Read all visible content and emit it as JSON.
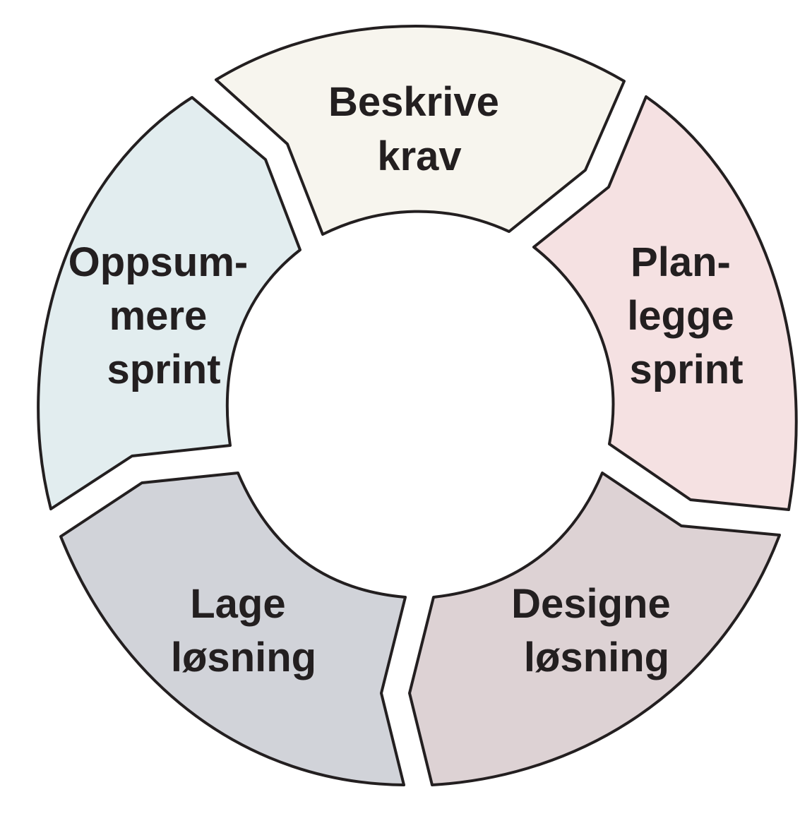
{
  "cycle": {
    "stages": [
      {
        "lines": [
          "Beskrive",
          "krav"
        ],
        "color": "#f7f5ee"
      },
      {
        "lines": [
          "Plan-",
          "legge",
          "sprint"
        ],
        "color": "#f5e1e2"
      },
      {
        "lines": [
          "Designe",
          "løsning"
        ],
        "color": "#ddd2d4"
      },
      {
        "lines": [
          "Lage",
          "løsning"
        ],
        "color": "#d1d3d9"
      },
      {
        "lines": [
          "Oppsum-",
          "mere",
          "sprint"
        ],
        "color": "#e2edef"
      }
    ]
  }
}
